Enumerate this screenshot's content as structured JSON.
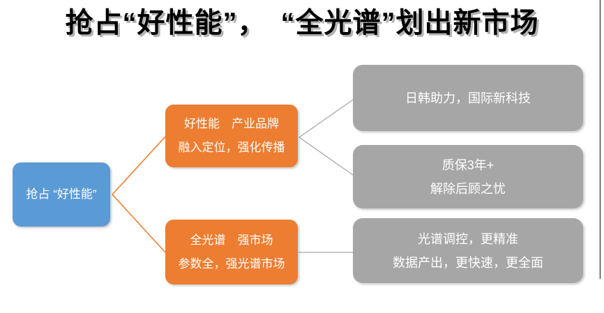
{
  "title": {
    "text": "抢占“好性能”，　“全光谱”划出新市场"
  },
  "colors": {
    "root_blue": "#5B9BD5",
    "branch_orange": "#ED7D31",
    "leaf_gray": "#A6A6A6",
    "connector_orange": "#ED7D31",
    "connector_gray": "#A6A6A6",
    "slide_edge_line": "#404040",
    "title_shadow": "#b3b3b3"
  },
  "nodes": {
    "root": {
      "label": "抢占 “好性能”"
    },
    "branch1": {
      "line1": "好性能　产业品牌",
      "line2": "融入定位，强化传播"
    },
    "branch2": {
      "line1": "全光谱　强市场",
      "line2": "参数全，强光谱市场"
    },
    "leaf1": {
      "line1": "日韩助力，国际新科技"
    },
    "leaf2": {
      "line1": "质保3年+",
      "line2": "解除后顾之忧"
    },
    "leaf3": {
      "line1": "光谱调控，更精准",
      "line2": "数据产出，更快速，更全面"
    }
  }
}
